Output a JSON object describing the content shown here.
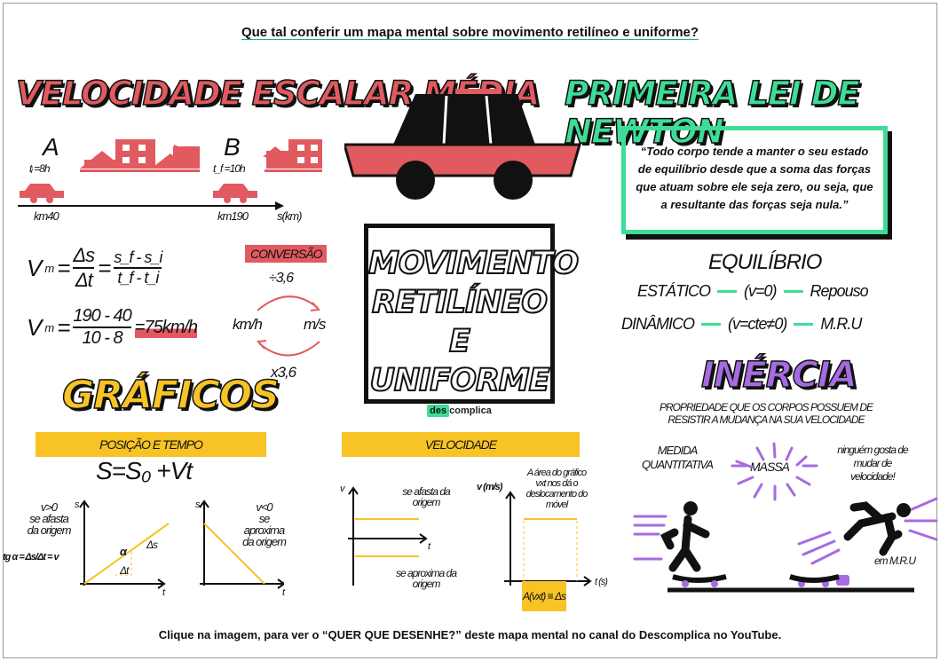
{
  "header": {
    "text": "Que tal conferir um mapa mental sobre movimento retilíneo e uniforme?"
  },
  "footer": {
    "text": "Clique na imagem, para ver o “QUER QUE DESENHE?” deste mapa mental no canal do Descomplica no YouTube."
  },
  "colors": {
    "red": "#e05a5f",
    "green": "#3ddc97",
    "yellow": "#f7c325",
    "purple": "#a66be0"
  },
  "velocidade": {
    "title": "VELOCIDADE ESCALAR MÉDIA",
    "point_a": "A",
    "ti": "tᵢ =8h",
    "km_a": "km40",
    "point_b": "B",
    "tf": "t_f =10h",
    "km_b": "km190",
    "axis": "s(km)",
    "formula1": "Vm = Δs/Δt = s_f - s_i / t_f - t_i",
    "formula1_parts": {
      "lhs": "V",
      "sub": "m",
      "num1": "Δs",
      "den1": "Δt",
      "num2": "s_f - s_i",
      "den2": "t_f - t_i"
    },
    "formula2_parts": {
      "num": "190 - 40",
      "den": "10 - 8",
      "result": "=75km/h"
    },
    "conversao": {
      "label": "CONVERSÃO",
      "div": "÷3,6",
      "from": "km/h",
      "to": "m/s",
      "mul": "x3,6"
    }
  },
  "center": {
    "title_lines": [
      "MOVIMENTO",
      "RETILÍNEO E",
      "UNIFORME"
    ],
    "logo_a": "des",
    "logo_b": "complica"
  },
  "newton": {
    "title": "PRIMEIRA LEI DE NEWTON",
    "quote": "“Todo corpo tende a manter o seu estado de equilíbrio desde que a soma das forças que atuam sobre ele seja zero, ou seja, que a resultante das forças seja nula.”",
    "equilibrio": "EQUILÍBRIO",
    "rows": [
      {
        "left": "ESTÁTICO",
        "mid": "(v=0)",
        "right": "Repouso"
      },
      {
        "left": "DINÂMICO",
        "mid": "(v=cte≠0)",
        "right": "M.R.U"
      }
    ]
  },
  "inercia": {
    "title": "INÉRCIA",
    "definition": "PROPRIEDADE QUE OS CORPOS POSSUEM DE RESISTIR A MUDANÇA NA SUA VELOCIDADE",
    "medida": "MEDIDA QUANTITATIVA",
    "massa": "MASSA",
    "ninguem": "ninguém gosta de mudar de velocidade!",
    "em_mru": "em M.R.U"
  },
  "graficos": {
    "title": "GRÁFICOS",
    "posicao": {
      "bar": "POSIÇÃO E TEMPO",
      "formula": "S=S₀ +Vt",
      "pos_label": "v>0",
      "pos_desc": "se afasta da origem",
      "neg_label": "v<0",
      "neg_desc": "se aproxima da origem",
      "tg": "tg α = Δs/Δt = v",
      "s": "s",
      "t": "t",
      "alpha": "α",
      "ds": "Δs",
      "dt": "Δt"
    },
    "velocidade": {
      "bar": "VELOCIDADE",
      "v": "v",
      "t": "t",
      "afasta": "se afasta da origem",
      "aproxima": "se aproxima da origem",
      "vms": "v (m/s)",
      "ts": "t (s)",
      "area_note": "A área do gráfico vxt nos dá o deslocamento do móvel",
      "area_eq": "A(vxt) ≡ Δs"
    }
  }
}
